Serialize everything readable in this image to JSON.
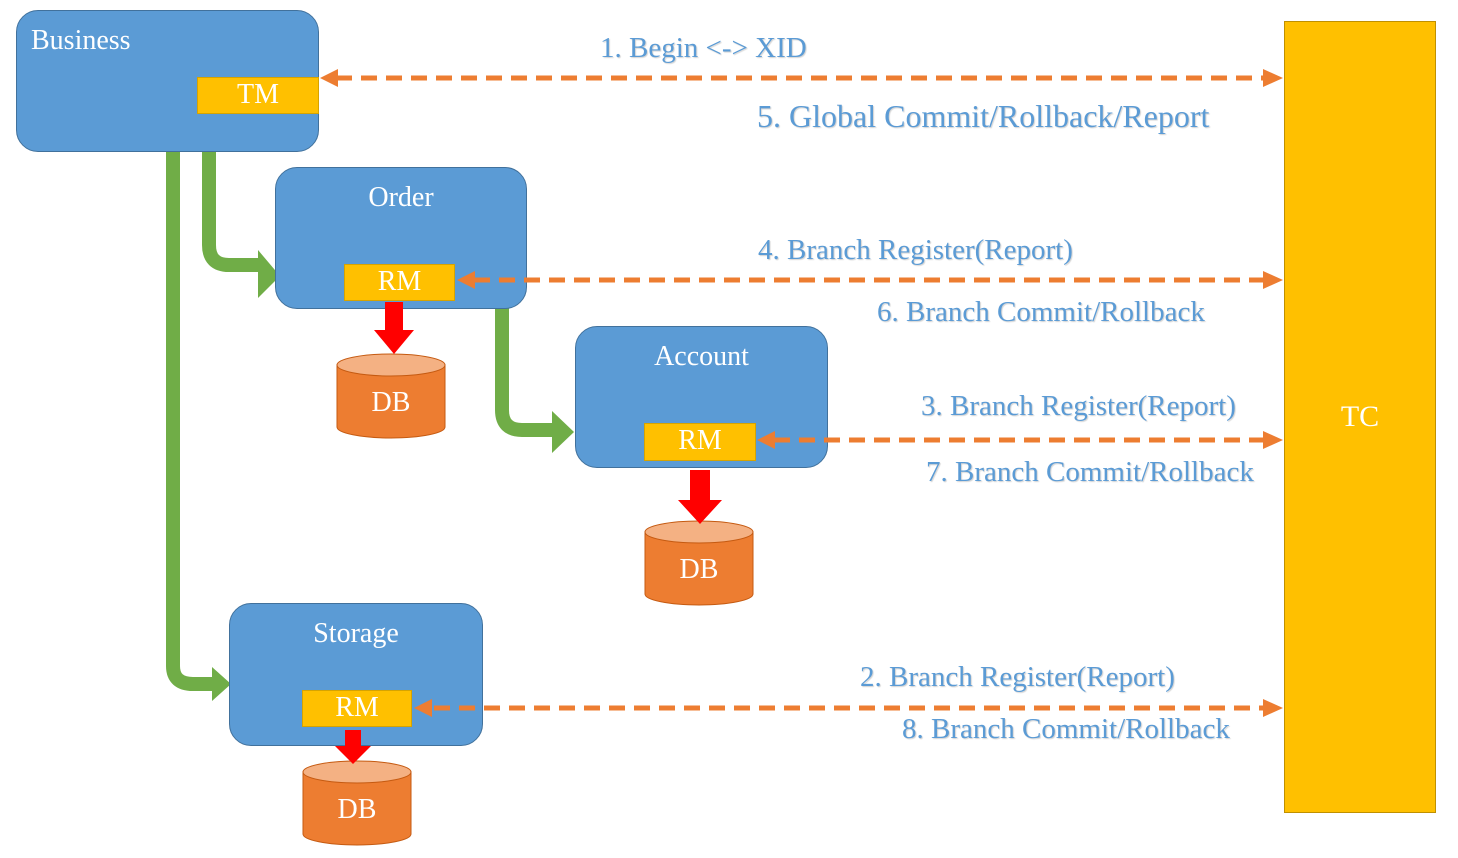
{
  "services": {
    "business": {
      "title": "Business",
      "badge": "TM"
    },
    "order": {
      "title": "Order",
      "badge": "RM"
    },
    "account": {
      "title": "Account",
      "badge": "RM"
    },
    "storage": {
      "title": "Storage",
      "badge": "RM"
    }
  },
  "coordinator": {
    "label": "TC"
  },
  "databases": {
    "order": "DB",
    "account": "DB",
    "storage": "DB"
  },
  "steps": {
    "s1": "1. Begin <-> XID",
    "s2": "2. Branch Register(Report)",
    "s3": "3. Branch Register(Report)",
    "s4": "4. Branch Register(Report)",
    "s5": "5. Global Commit/Rollback/Report",
    "s6": "6. Branch Commit/Rollback",
    "s7": "7. Branch Commit/Rollback",
    "s8": "8. Branch Commit/Rollback"
  },
  "colors": {
    "service": "#5b9bd5",
    "badge": "#ffc000",
    "database": "#ed7d31",
    "dashed_arrow": "#ed7d31",
    "call_arrow": "#70ad47",
    "db_arrow": "#ff0000",
    "label_text": "#5b9bd5"
  }
}
